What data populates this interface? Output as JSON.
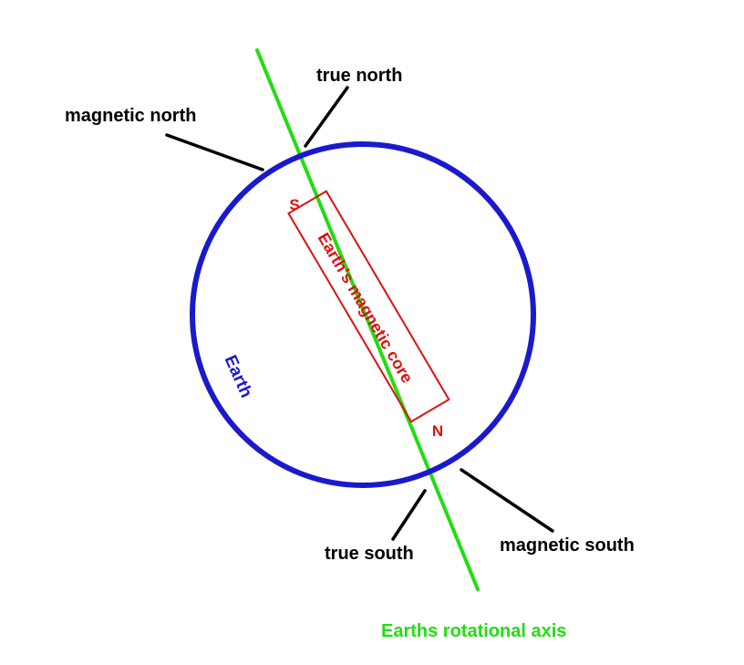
{
  "labels": {
    "true_north": "true north",
    "magnetic_north": "magnetic north",
    "true_south": "true south",
    "magnetic_south": "magnetic south",
    "rotational_axis": "Earths rotational axis",
    "earth": "Earth",
    "core": "Earth's magnetic core",
    "core_pole_s": "S",
    "core_pole_n": "N"
  },
  "colors": {
    "earth_outline": "#1a1acc",
    "rotational_axis": "#22dd11",
    "magnetic_core": "#dd1111",
    "leader_lines": "#000000",
    "label_text": "#000000",
    "axis_label_text": "#22dd11"
  }
}
